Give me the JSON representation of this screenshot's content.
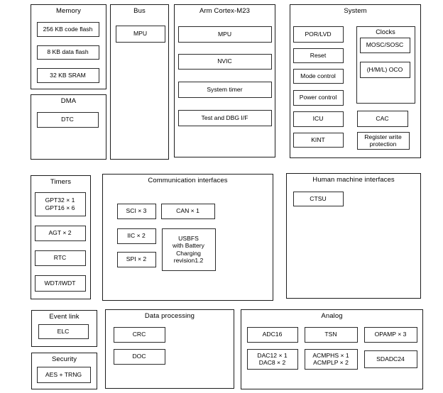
{
  "diagram": {
    "memory": {
      "title": "Memory",
      "code_flash": "256 KB code flash",
      "data_flash": "8 KB data flash",
      "sram": "32 KB SRAM"
    },
    "dma": {
      "title": "DMA",
      "dtc": "DTC"
    },
    "bus": {
      "title": "Bus",
      "mpu": "MPU"
    },
    "cortex": {
      "title": "Arm Cortex-M23",
      "mpu": "MPU",
      "nvic": "NVIC",
      "system_timer": "System timer",
      "test_dbg": "Test and DBG I/F"
    },
    "system": {
      "title": "System",
      "por_lvd": "POR/LVD",
      "reset": "Reset",
      "mode_control": "Mode control",
      "power_control": "Power control",
      "icu": "ICU",
      "kint": "KINT",
      "clocks": {
        "title": "Clocks",
        "mosc_sosc": "MOSC/SOSC",
        "oco": "(H/M/L) OCO"
      },
      "cac": "CAC",
      "reg_write_line1": "Register write",
      "reg_write_line2": "protection"
    },
    "timers": {
      "title": "Timers",
      "gpt_line1": "GPT32 × 1",
      "gpt_line2": "GPT16 × 6",
      "agt": "AGT × 2",
      "rtc": "RTC",
      "wdt": "WDT/IWDT"
    },
    "comm": {
      "title": "Communication interfaces",
      "sci": "SCI × 3",
      "can": "CAN × 1",
      "iic": "IIC × 2",
      "spi": "SPI × 2",
      "usbfs_line1": "USBFS",
      "usbfs_line2": "with Battery",
      "usbfs_line3": "Charging",
      "usbfs_line4": "revision1.2"
    },
    "hmi": {
      "title": "Human machine interfaces",
      "ctsu": "CTSU"
    },
    "event_link": {
      "title": "Event link",
      "elc": "ELC"
    },
    "security": {
      "title": "Security",
      "aes_trng": "AES + TRNG"
    },
    "data_processing": {
      "title": "Data processing",
      "crc": "CRC",
      "doc": "DOC"
    },
    "analog": {
      "title": "Analog",
      "adc16": "ADC16",
      "tsn": "TSN",
      "opamp": "OPAMP × 3",
      "dac_line1": "DAC12 × 1",
      "dac_line2": "DAC8 × 2",
      "acmp_line1": "ACMPHS × 1",
      "acmp_line2": "ACMPLP × 2",
      "sdadc": "SDADC24"
    }
  },
  "colors": {
    "background": "#ffffff",
    "border": "#1c1c1c",
    "text": "#000000"
  }
}
